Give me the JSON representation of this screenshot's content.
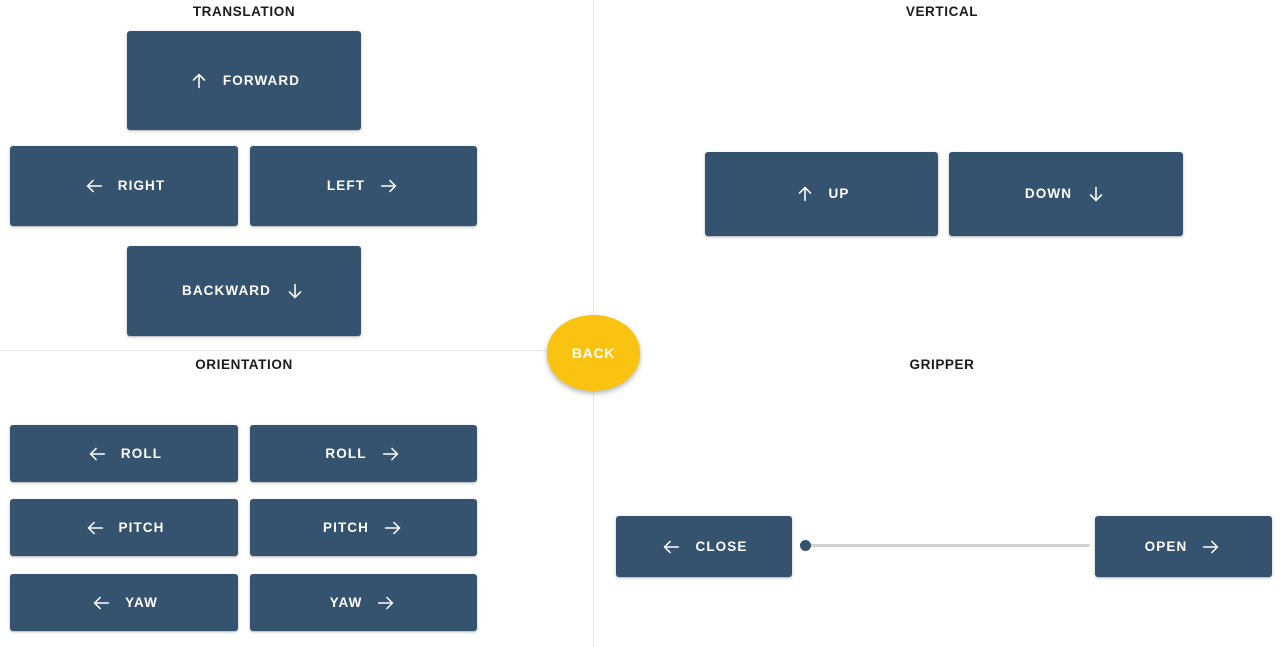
{
  "colors": {
    "button_fill": "#35536e",
    "button_text": "#ffffff",
    "back_button_fill": "#fac312",
    "page_background": "#ffffff",
    "divider": "#e8e8e8",
    "slider_track": "#d1d1d1",
    "slider_thumb": "#35536e",
    "heading_text": "#1b1b1b"
  },
  "sections": {
    "translation": {
      "title": "TRANSLATION",
      "buttons": {
        "forward": {
          "label": "FORWARD",
          "icon": "arrow-up-icon",
          "icon_position": "leading"
        },
        "right": {
          "label": "RIGHT",
          "icon": "arrow-left-icon",
          "icon_position": "leading"
        },
        "left": {
          "label": "LEFT",
          "icon": "arrow-right-icon",
          "icon_position": "trailing"
        },
        "backward": {
          "label": "BACKWARD",
          "icon": "arrow-down-icon",
          "icon_position": "trailing"
        }
      }
    },
    "vertical": {
      "title": "VERTICAL",
      "buttons": {
        "up": {
          "label": "UP",
          "icon": "arrow-up-icon",
          "icon_position": "leading"
        },
        "down": {
          "label": "DOWN",
          "icon": "arrow-down-icon",
          "icon_position": "trailing"
        }
      }
    },
    "orientation": {
      "title": "ORIENTATION",
      "buttons": {
        "roll_left": {
          "label": "ROLL",
          "icon": "arrow-left-icon",
          "icon_position": "leading"
        },
        "roll_right": {
          "label": "ROLL",
          "icon": "arrow-right-icon",
          "icon_position": "trailing"
        },
        "pitch_left": {
          "label": "PITCH",
          "icon": "arrow-left-icon",
          "icon_position": "leading"
        },
        "pitch_right": {
          "label": "PITCH",
          "icon": "arrow-right-icon",
          "icon_position": "trailing"
        },
        "yaw_left": {
          "label": "YAW",
          "icon": "arrow-left-icon",
          "icon_position": "leading"
        },
        "yaw_right": {
          "label": "YAW",
          "icon": "arrow-right-icon",
          "icon_position": "trailing"
        }
      }
    },
    "gripper": {
      "title": "GRIPPER",
      "buttons": {
        "close": {
          "label": "CLOSE",
          "icon": "arrow-left-icon",
          "icon_position": "leading"
        },
        "open": {
          "label": "OPEN",
          "icon": "arrow-right-icon",
          "icon_position": "trailing"
        }
      },
      "slider": {
        "name": "gripper-position-slider",
        "value": 0,
        "min": 0,
        "max": 100
      }
    }
  },
  "back_button": {
    "label": "BACK"
  }
}
